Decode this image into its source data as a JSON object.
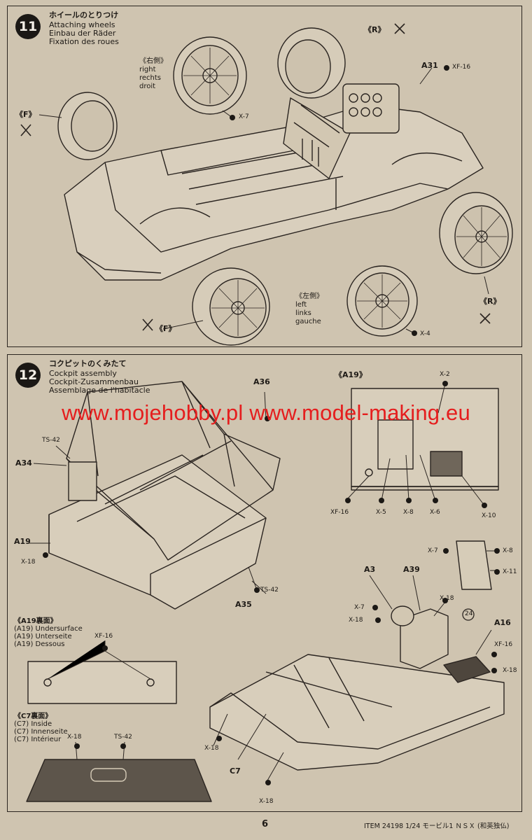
{
  "step11": {
    "number": "11",
    "title_jp": "ホイールのとりつけ",
    "title_en": "Attaching wheels",
    "title_de": "Einbau der Räder",
    "title_fr": "Fixation des roues",
    "right_label": [
      "《右側》",
      "right",
      "rechts",
      "droit"
    ],
    "left_label": [
      "《左側》",
      "left",
      "links",
      "gauche"
    ],
    "labels": {
      "f_top": "《F》",
      "f_bottom": "《F》",
      "r_top": "《R》",
      "r_right": "《R》",
      "a31": "A31",
      "xf16": "XF-16",
      "x7": "X-7",
      "x4": "X-4"
    }
  },
  "step12": {
    "number": "12",
    "title_jp": "コクピットのくみたて",
    "title_en": "Cockpit assembly",
    "title_de": "Cockpit-Zusammenbau",
    "title_fr": "Assemblage de l'habitacle",
    "labels": {
      "a36": "A36",
      "ts42_top": "TS-42",
      "a34": "A34",
      "a19": "A19",
      "x18_left": "X-18",
      "ts42_mid": "TS-42",
      "a35": "A35",
      "a19_inset": "《A19》",
      "x2": "X-2",
      "xf16_inset": "XF-16",
      "x5": "X-5",
      "x8_inset": "X-8",
      "x6": "X-6",
      "x10": "X-10",
      "x7_pedal": "X-7",
      "x8_pedal": "X-8",
      "x11": "X-11",
      "a3": "A3",
      "a39": "A39",
      "x7_a3": "X-7",
      "x18_a3": "X-18",
      "x18_a39": "X-18",
      "ref24": "24",
      "a16": "A16",
      "xf16_a16": "XF-16",
      "x18_a16": "X-18",
      "x18_bl": "X-18",
      "c7": "C7",
      "x18_bottom": "X-18"
    },
    "underside": {
      "title_jp": "《A19裏面》",
      "lines": [
        "(A19) Undersurface",
        "(A19) Unterseite",
        "(A19) Dessous"
      ],
      "xf16": "XF-16"
    },
    "inside": {
      "title_jp": "《C7裏面》",
      "lines": [
        "(C7) Inside",
        "(C7) Innenseite",
        "(C7) Intérieur"
      ],
      "x18": "X-18",
      "ts42": "TS-42"
    }
  },
  "watermark": "www.mojehobby.pl www.model-making.eu",
  "footer": {
    "page": "6",
    "item": "ITEM 24198  1/24 モービル1 ＮＳＸ (和英独仏)"
  },
  "colors": {
    "paper": "#cfc4b0",
    "ink": "#1e1a16",
    "watermark": "#e51e1e"
  }
}
